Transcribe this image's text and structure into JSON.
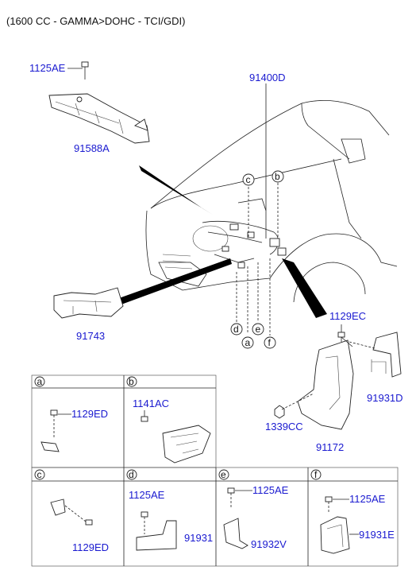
{
  "header": {
    "engine": "(1600 CC - GAMMA>DOHC - TCI/GDI)"
  },
  "labels": {
    "bolt_top": "1125AE",
    "harness_main": "91400D",
    "bracket_top": "91588A",
    "bracket_left": "91743",
    "bolt_right": "1129EC",
    "bracket_right": "91931D",
    "nut_right": "1339CC",
    "protector_right": "91172"
  },
  "callouts": [
    "c",
    "b",
    "d",
    "e",
    "a",
    "f"
  ],
  "details": {
    "a": {
      "letter": "a",
      "part": "1129ED"
    },
    "b": {
      "letter": "b",
      "part": "1141AC"
    },
    "c": {
      "letter": "c",
      "part": "1129ED"
    },
    "d": {
      "letter": "d",
      "bolt": "1125AE",
      "part": "91931"
    },
    "e": {
      "letter": "e",
      "bolt": "1125AE",
      "part": "91932V"
    },
    "f": {
      "letter": "f",
      "bolt": "1125AE",
      "part": "91931E"
    }
  },
  "colors": {
    "label": "#1a1ad0",
    "line": "#222222",
    "callout_band": "#000000"
  }
}
